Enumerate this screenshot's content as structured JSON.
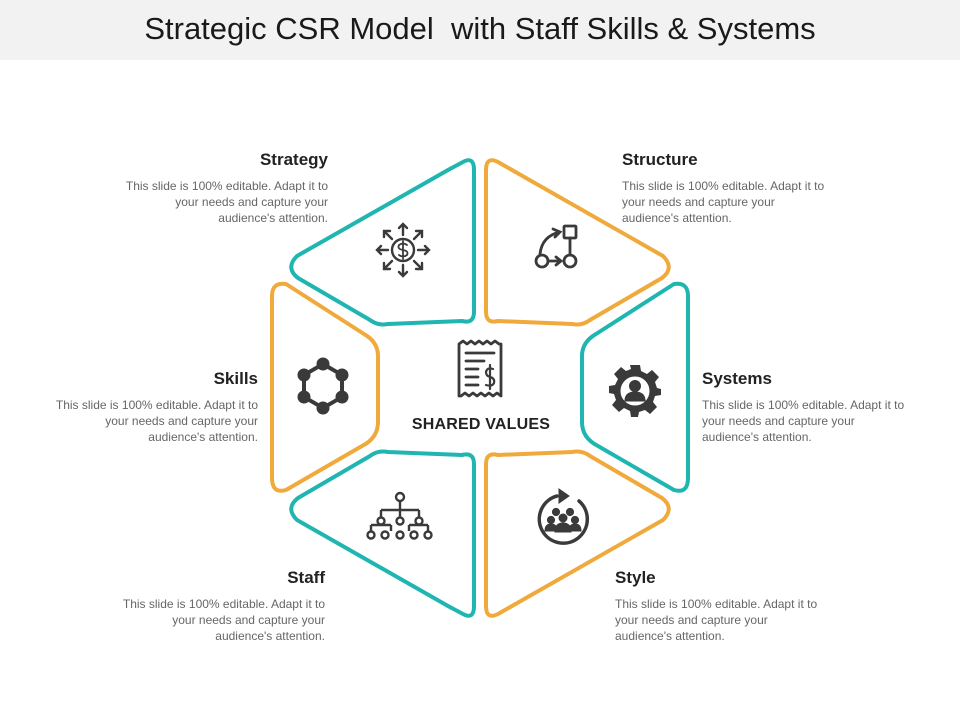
{
  "title": "Strategic CSR Model  with Staff Skills & Systems",
  "center": {
    "label": "SHARED VALUES",
    "icon": "document-dollar-icon"
  },
  "colors": {
    "teal": "#1fb5b0",
    "orange": "#f0a93b",
    "icon": "#3a3a3a"
  },
  "segments": [
    {
      "id": "strategy",
      "title": "Strategy",
      "description": "This slide is 100% editable. Adapt it to your needs and capture your audience's attention.",
      "icon": "dollar-arrows-icon",
      "color": "teal"
    },
    {
      "id": "structure",
      "title": "Structure",
      "description": "This slide is 100% editable. Adapt it to your needs and capture your audience's attention.",
      "icon": "flow-structure-icon",
      "color": "orange"
    },
    {
      "id": "systems",
      "title": "Systems",
      "description": "This slide is 100% editable. Adapt it to your needs and capture your audience's attention.",
      "icon": "gear-user-icon",
      "color": "teal"
    },
    {
      "id": "style",
      "title": "Style",
      "description": "This slide is 100% editable. Adapt it to your needs and capture your audience's attention.",
      "icon": "team-cycle-icon",
      "color": "orange"
    },
    {
      "id": "staff",
      "title": "Staff",
      "description": "This slide is 100% editable. Adapt it to your needs and capture your audience's attention.",
      "icon": "org-chart-icon",
      "color": "teal"
    },
    {
      "id": "skills",
      "title": "Skills",
      "description": "This slide is 100% editable. Adapt it to your needs and capture your audience's attention.",
      "icon": "hexagon-network-icon",
      "color": "orange"
    }
  ]
}
